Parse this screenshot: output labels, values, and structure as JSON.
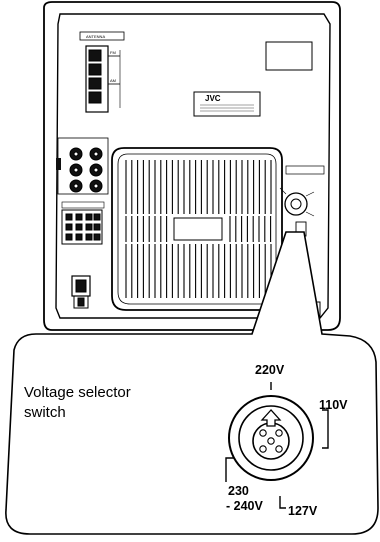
{
  "callout": {
    "title_line1": "Voltage selector",
    "title_line2": "switch"
  },
  "voltages": {
    "v220": "220V",
    "v110": "110V",
    "v127": "127V",
    "v230_line1": "230",
    "v230_line2": "- 240V"
  },
  "panel": {
    "brand": "JVC"
  },
  "colors": {
    "line": "#000000",
    "background": "#ffffff",
    "label_fill": "#d9d9d9"
  }
}
